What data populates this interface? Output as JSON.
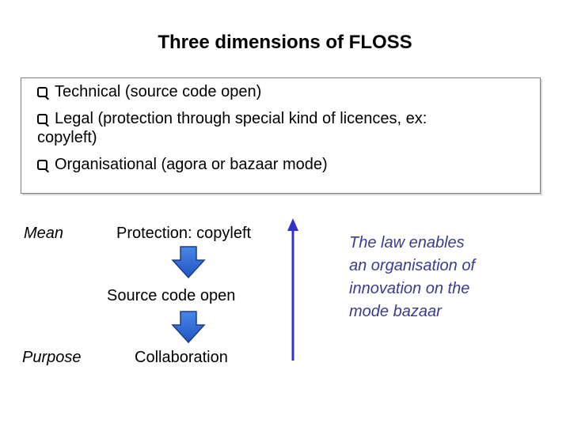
{
  "title": "Three dimensions of FLOSS",
  "box": {
    "bullets": [
      "Technical (source code open)",
      "Legal (protection through special kind of licences, ex:",
      "Organisational (agora or bazaar mode)"
    ],
    "bullet2_continuation": "copyleft)"
  },
  "flow": {
    "mean_label": "Mean",
    "purpose_label": "Purpose",
    "steps": [
      "Protection: copyleft",
      "Source code open",
      "Collaboration"
    ]
  },
  "note": {
    "lines": [
      "The law enables",
      "an organisation of",
      "innovation on the",
      "mode bazaar"
    ]
  },
  "colors": {
    "arrow_fill": "#2f6fd6",
    "arrow_stroke": "#1a3c8c",
    "up_arrow": "#3333cc",
    "note_text": "#3b3b8f"
  }
}
